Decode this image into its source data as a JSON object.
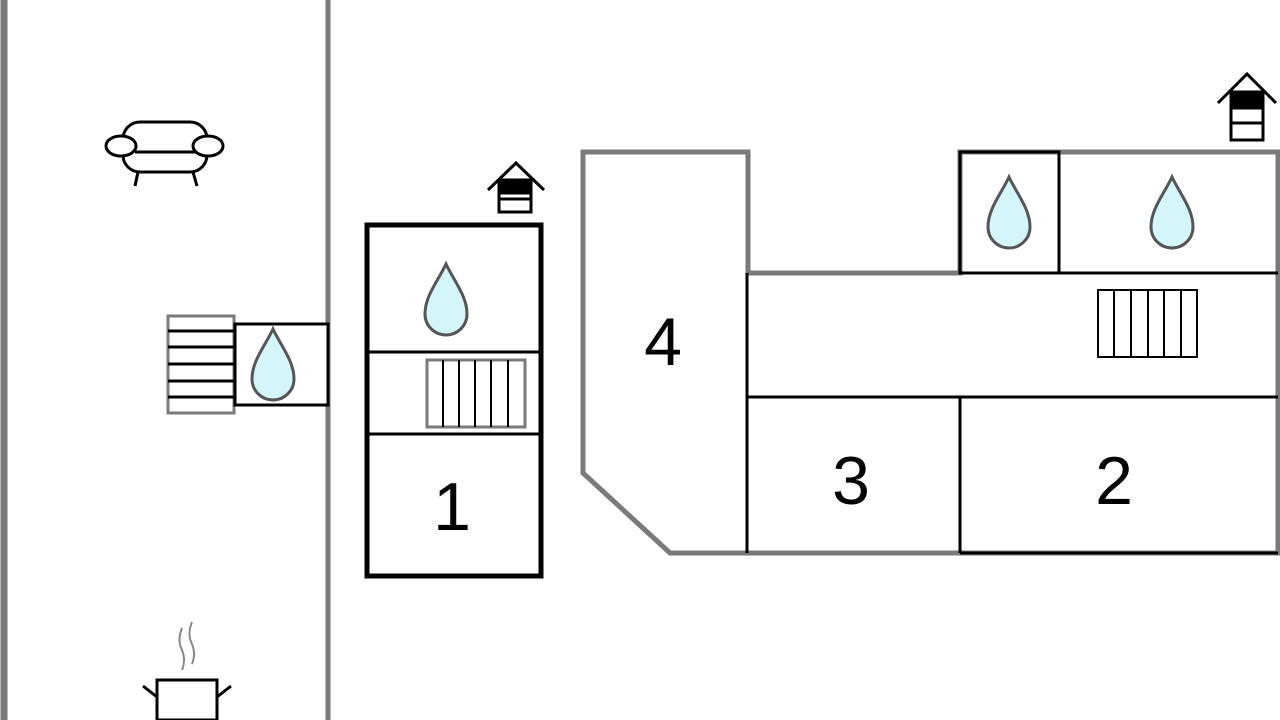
{
  "rooms": [
    {
      "label": "1"
    },
    {
      "label": "2"
    },
    {
      "label": "3"
    },
    {
      "label": "4"
    }
  ],
  "colors": {
    "wall_gray": "#7a7a7a",
    "wall_black": "#000000",
    "water": "#d4f6fb"
  },
  "icons": [
    "sofa-icon",
    "water-drop-icon",
    "stairs-icon",
    "house-icon",
    "cooking-pot-icon"
  ]
}
